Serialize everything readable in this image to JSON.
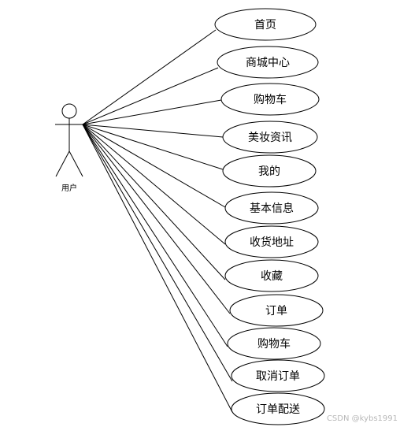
{
  "actor": {
    "label": "用户"
  },
  "use_cases": [
    {
      "label": "首页"
    },
    {
      "label": "商城中心"
    },
    {
      "label": "购物车"
    },
    {
      "label": "美妆资讯"
    },
    {
      "label": "我的"
    },
    {
      "label": "基本信息"
    },
    {
      "label": "收货地址"
    },
    {
      "label": "收藏"
    },
    {
      "label": "订单"
    },
    {
      "label": "购物车"
    },
    {
      "label": "取消订单"
    },
    {
      "label": "订单配送"
    }
  ],
  "watermark": "CSDN @kybs1991"
}
